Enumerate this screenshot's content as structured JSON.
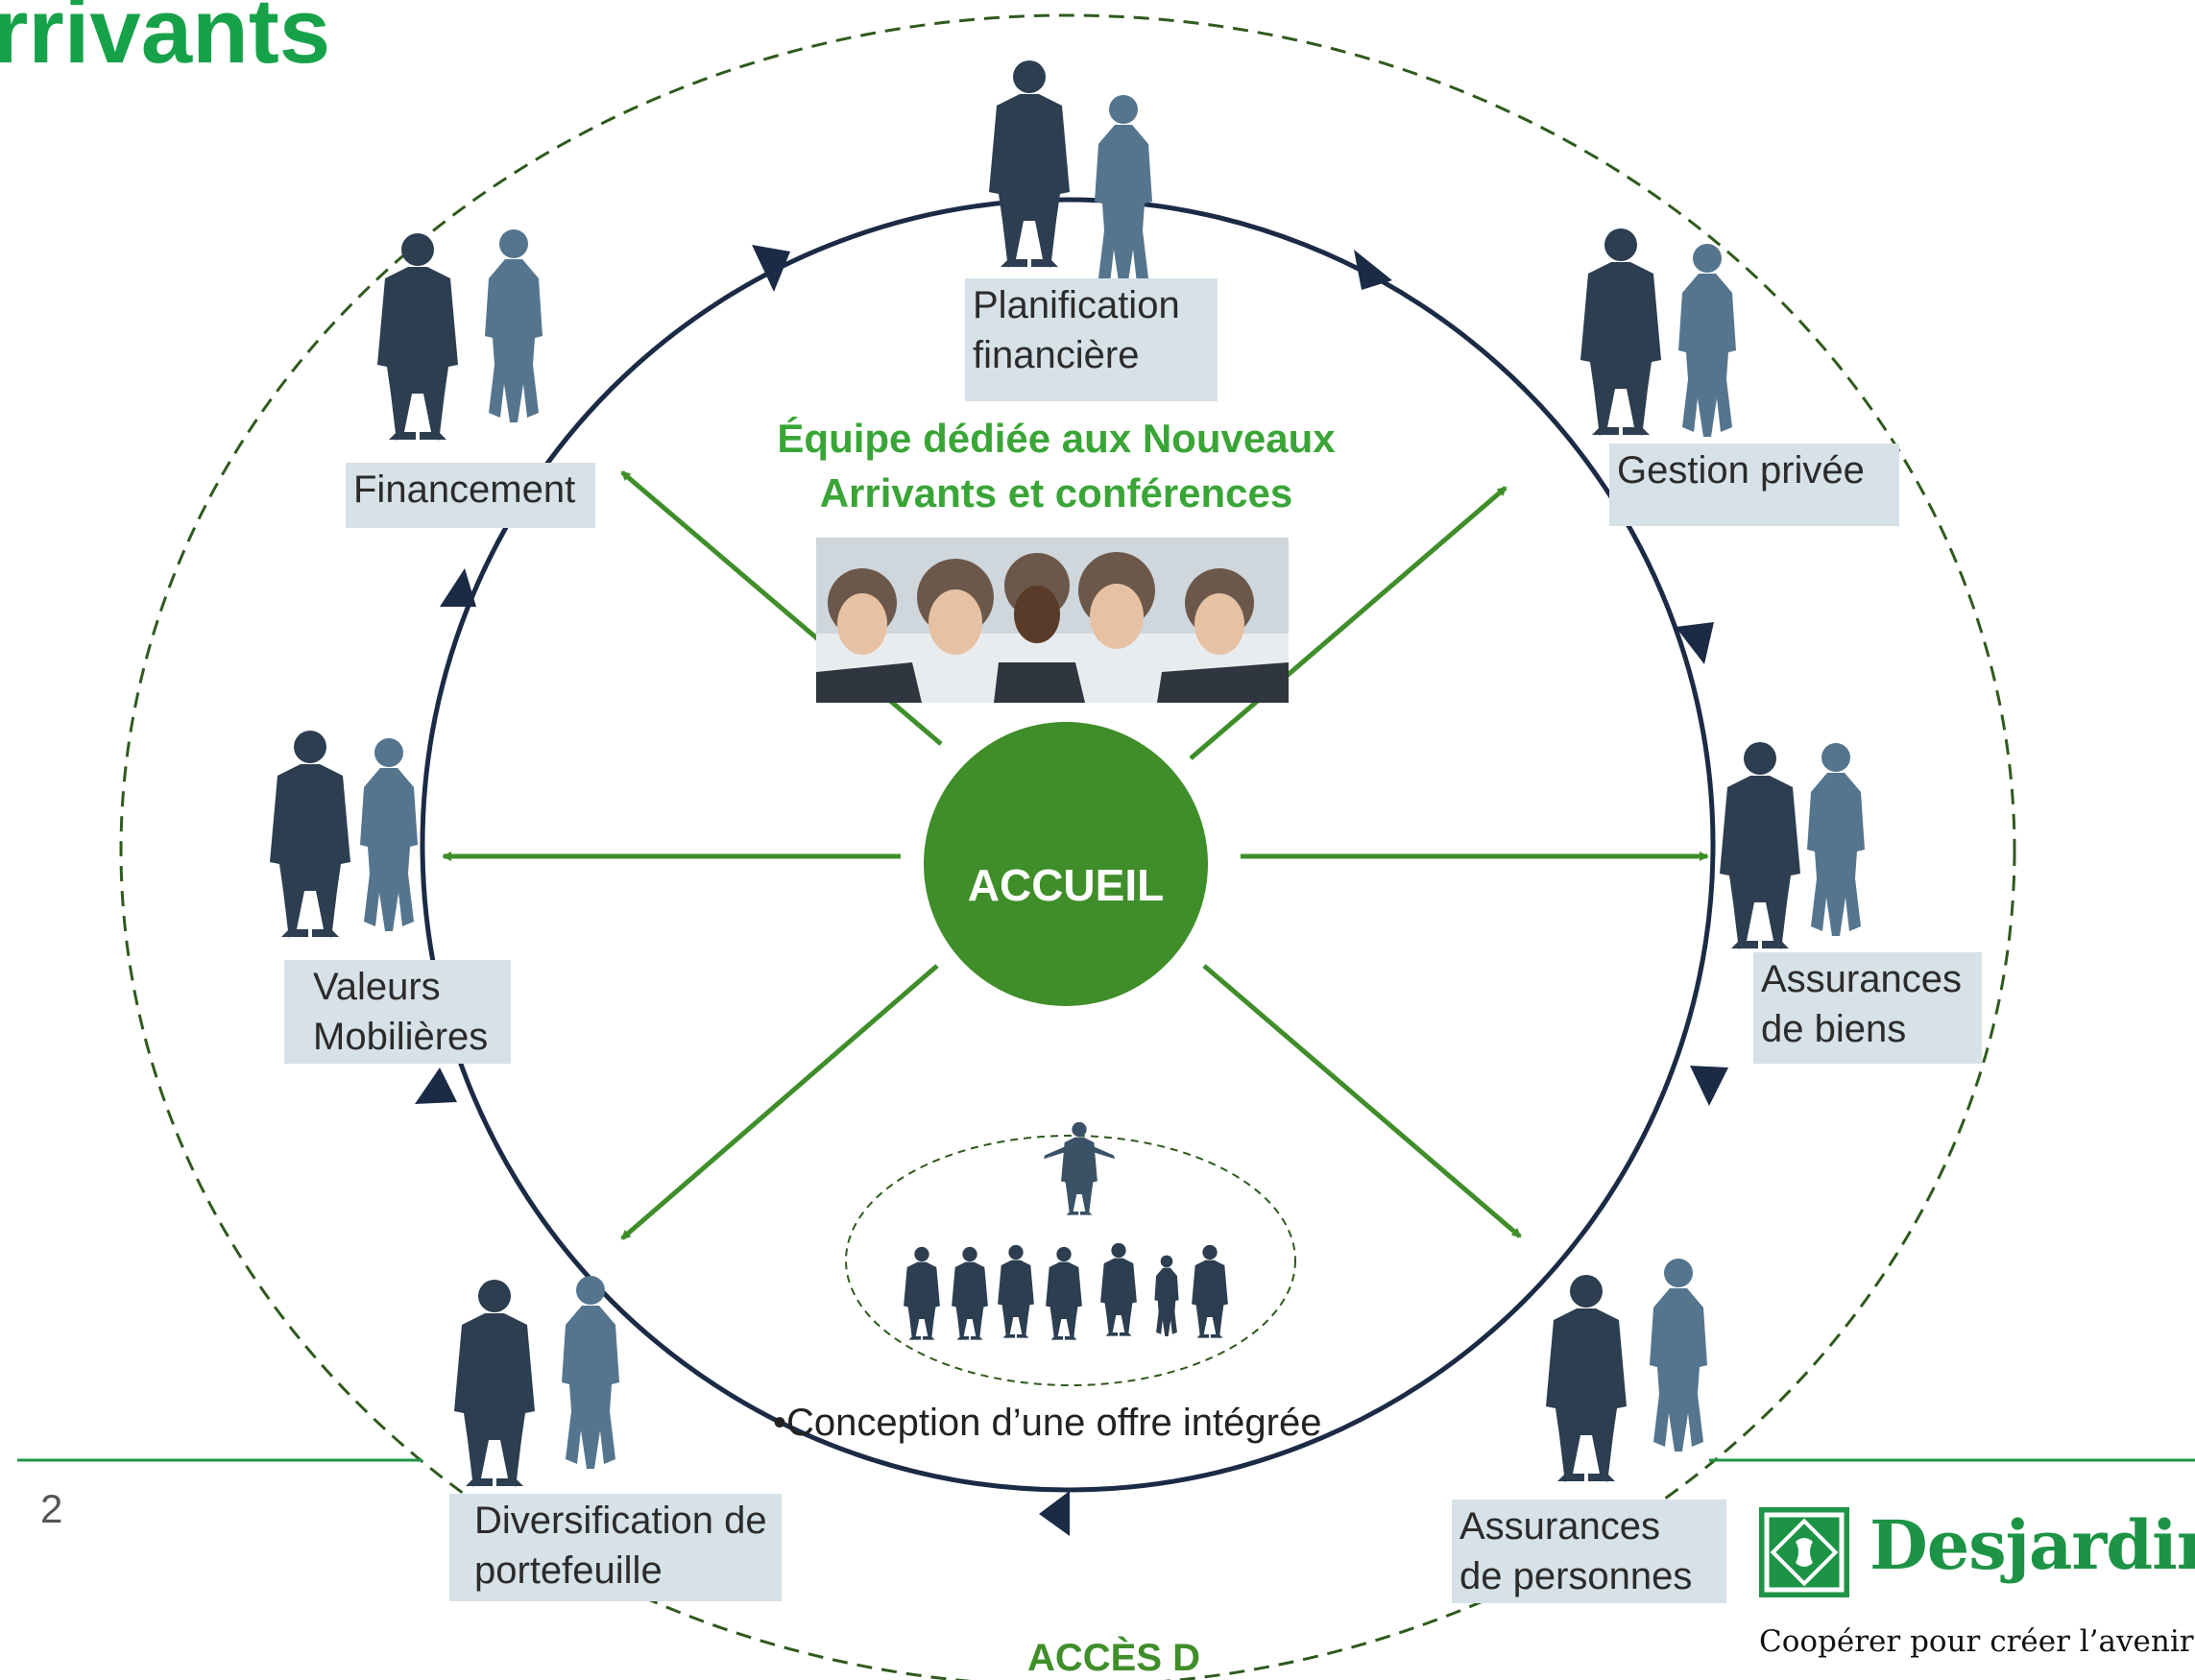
{
  "header": {
    "title_fragment": "rrivants"
  },
  "center": {
    "label": "ACCUEIL"
  },
  "team": {
    "title_line1": "Équipe dédiée aux Nouveaux",
    "title_line2": "Arrivants et conférences"
  },
  "services": {
    "planification": {
      "line1": "Planification",
      "line2": "financière"
    },
    "gestion": {
      "line1": "Gestion privée"
    },
    "assurances_biens": {
      "line1": "Assurances",
      "line2": "de biens"
    },
    "assurances_personnes": {
      "line1": "Assurances",
      "line2": "de personnes"
    },
    "diversification": {
      "line1": "Diversification de",
      "line2": "portefeuille"
    },
    "valeurs": {
      "line1": "Valeurs",
      "line2": "Mobilières"
    },
    "financement": {
      "line1": "Financement"
    }
  },
  "conception": {
    "label": "•Conception d’une offre intégrée"
  },
  "acces": {
    "label": "ACCÈS D"
  },
  "footer": {
    "page_number": "2"
  },
  "brand": {
    "name": "Desjardins",
    "tagline": "Coopérer pour créer l’avenir"
  },
  "colors": {
    "green": "#3f8e2a",
    "brand_green": "#1d9346",
    "navy": "#1b2b45",
    "label_bg": "#d6e1e8",
    "figure_dark": "#2c3e50",
    "figure_light": "#55758e"
  },
  "icons": [
    "businessman-icon",
    "businesswoman-icon",
    "team-photo",
    "presenter-icon",
    "desjardins-logo-icon"
  ]
}
